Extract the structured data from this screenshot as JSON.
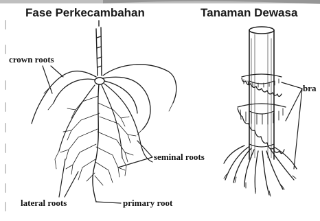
{
  "titles": {
    "left": "Fase Perkecambahan",
    "right": "Tanaman Dewasa"
  },
  "labels": {
    "crown_roots": "crown roots",
    "seminal_roots": "seminal roots",
    "lateral_roots": "lateral roots",
    "primary_root": "primary root",
    "brace_roots": "bra"
  },
  "colors": {
    "ink": "#1e1e1e",
    "margin_marks": "#c8c8c8",
    "top_banner": "#8a8a8a"
  }
}
